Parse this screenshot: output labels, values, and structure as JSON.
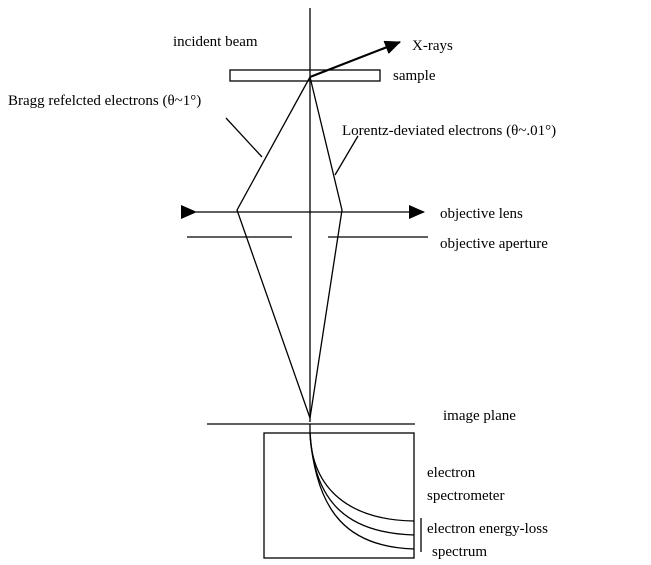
{
  "labels": {
    "incident_beam": "incident beam",
    "xrays": "X-rays",
    "sample": "sample",
    "bragg": "Bragg refelcted electrons (θ~1°)",
    "lorentz": "Lorentz-deviated electrons (θ~.01°)",
    "objective_lens": "objective lens",
    "objective_aperture": "objective aperture",
    "image_plane": "image plane",
    "spectrometer_line1": "electron",
    "spectrometer_line2": "spectrometer",
    "eels_line1": "electron energy-loss",
    "eels_line2": "spectrum"
  },
  "colors": {
    "ink": "#000000",
    "background": "#ffffff"
  }
}
